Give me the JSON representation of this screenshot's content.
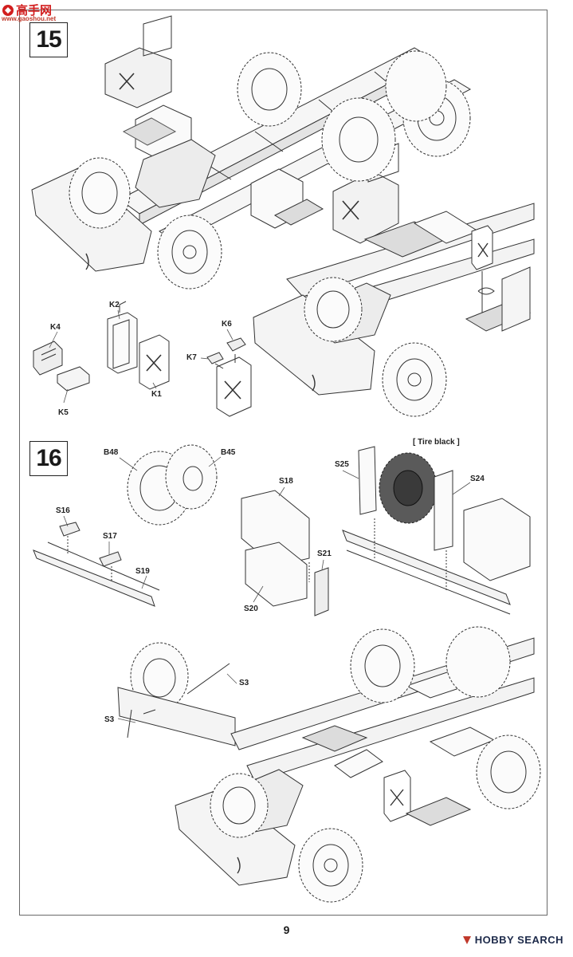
{
  "watermark_top": {
    "site": "高手网",
    "url": "www.gaoshou.net"
  },
  "steps": {
    "step15": "15",
    "step16": "16"
  },
  "labels": {
    "K2": "K2",
    "K4": "K4",
    "K5": "K5",
    "K1": "K1",
    "K6": "K6",
    "K7": "K7",
    "B48": "B48",
    "B45": "B45",
    "S16": "S16",
    "S17": "S17",
    "S19": "S19",
    "S18": "S18",
    "S21": "S21",
    "S20": "S20",
    "S25": "S25",
    "S24": "S24",
    "S3a": "S3",
    "S3b": "S3"
  },
  "notes": {
    "tire_black": "[ Tire black ]"
  },
  "page_number": "9",
  "watermark_bottom": {
    "brand": "HOBBY SEARCH"
  }
}
